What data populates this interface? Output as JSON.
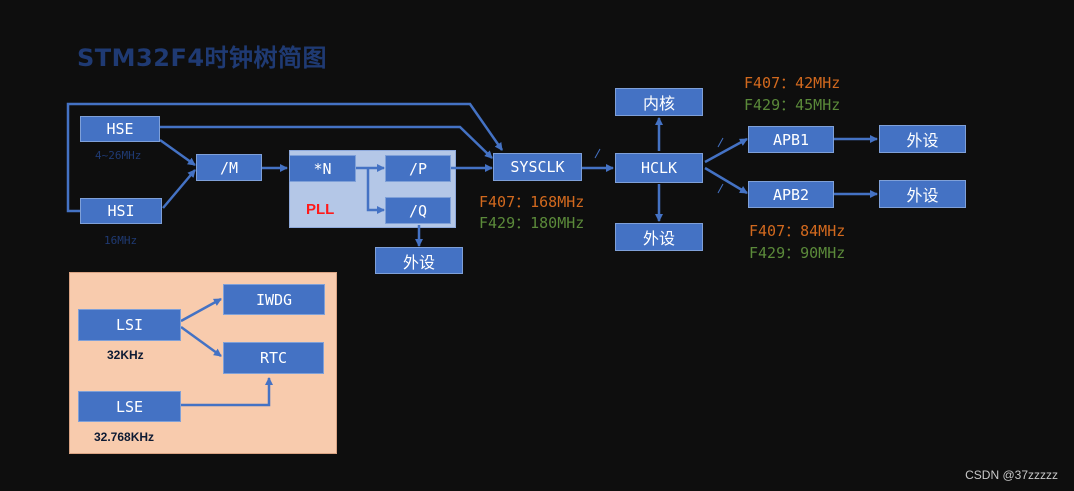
{
  "title": "STM32F4时钟树简图",
  "colors": {
    "background": "#0e0e0e",
    "box": "#4472c4",
    "arrow": "#4472c4",
    "pll_bg": "#b4c7e7",
    "low_bg": "#f8cbad",
    "f407": "#d2691e",
    "f429": "#5b8a3a",
    "pll_label": "#ff1a1a"
  },
  "sources": {
    "hse": {
      "label": "HSE",
      "freq": "4~26MHz"
    },
    "hsi": {
      "label": "HSI",
      "freq": "16MHz"
    },
    "lsi": {
      "label": "LSI",
      "freq": "32KHz"
    },
    "lse": {
      "label": "LSE",
      "freq": "32.768KHz"
    }
  },
  "dividers": {
    "m": "/M",
    "n": "*N",
    "p": "/P",
    "q": "/Q"
  },
  "pll_label": "PLL",
  "nodes": {
    "sysclk": "SYSCLK",
    "hclk": "HCLK",
    "core": "内核",
    "hclk_periph": "外设",
    "pll_periph": "外设",
    "apb1": "APB1",
    "apb2": "APB2",
    "apb1_periph": "外设",
    "apb2_periph": "外设",
    "iwdg": "IWDG",
    "rtc": "RTC"
  },
  "frequencies": {
    "sysclk_f407": "F407：168MHz",
    "sysclk_f429": "F429：180MHz",
    "apb1_f407": "F407：42MHz",
    "apb1_f429": "F429：45MHz",
    "apb2_f407": "F407：84MHz",
    "apb2_f429": "F429：90MHz"
  },
  "watermark": "CSDN @37zzzzz"
}
